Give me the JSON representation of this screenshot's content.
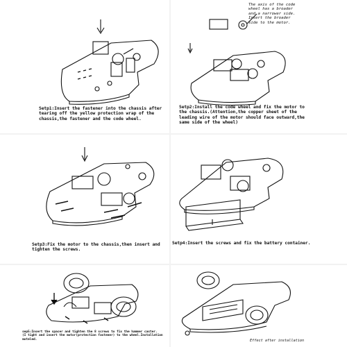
{
  "steps": [
    {
      "caption": "Setp1:Insert the fastener into the chassis after\ntearing off the yellow protection wrap of the\nchassis,the fastener and the code wheel."
    },
    {
      "caption": "Setp2:Install the code wheel and fix the motor to\nthe chassis.(Attention,the copper sheet of the\nleading wire of the motor should face outward,the\nsame side of the wheel)",
      "callout": "The axis of the code\nwheel has a broader\nand a narrower side.\nInsert   the broader\nside to the motor."
    },
    {
      "caption": "Setp3:Fix the motor to the chassis,then insert and\ntighten the screws."
    },
    {
      "caption": "Setp4:Insert the screws and fix the battery container."
    },
    {
      "caption": "sep5:Insert the spacer and tighten the 8 screws to fix the hammer caster.\n(I tight and insert the motor(protection fastener) to the wheel.Installation\nmoteled."
    },
    {
      "caption": "Effect after installation"
    }
  ],
  "colors": {
    "ink": "#111111",
    "paper": "#ffffff"
  }
}
